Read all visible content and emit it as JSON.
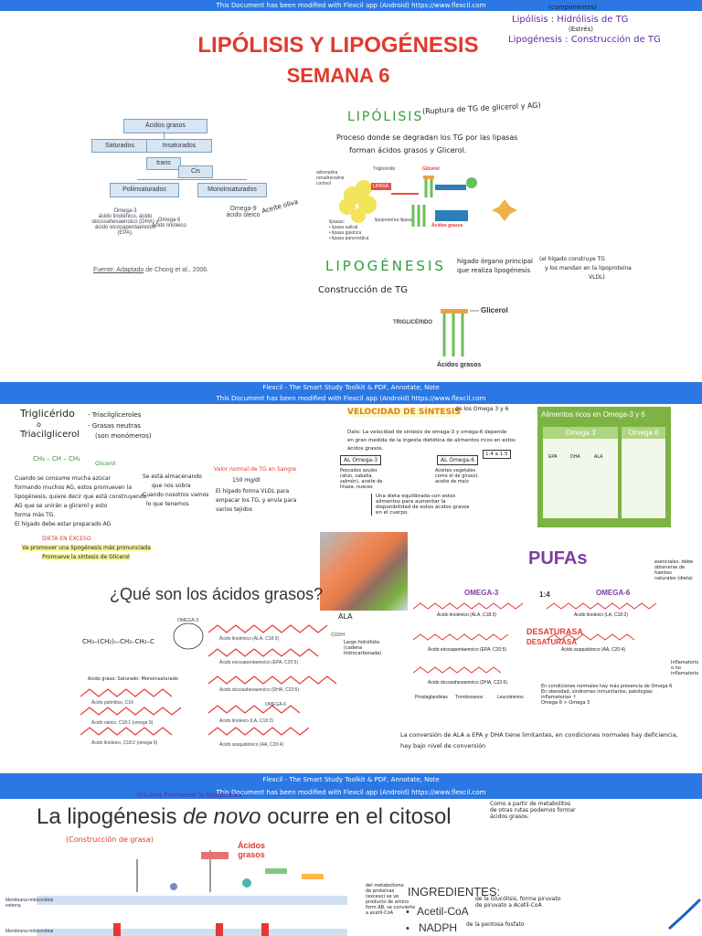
{
  "banners": {
    "top": "This Document has been modified with Flexcil app (Android) https://www.flexcil.com",
    "mid1": "Flexcil - The Smart Study Toolkit & PDF, Annotate, Note",
    "mid1b": "This Document has been modified with Flexcil app (Android) https://www.flexcil.com",
    "mid2": "Flexcil - The Smart Study Toolkit & PDF, Annotate, Note",
    "mid2b": "This Document has been modified with Flexcil app (Android) https://www.flexcil.com"
  },
  "page1": {
    "title": "LIPÓLISIS Y LIPOGÉNESIS",
    "subtitle": "SEMANA 6",
    "corner_top": "(componentes)",
    "corner_l1": "Lipólisis : Hidrólisis de TG",
    "corner_l1b": "(Estrés)",
    "corner_l2": "Lipogénesis : Construcción de TG",
    "tree": {
      "root": "Ácidos grasos",
      "sat": "Saturados",
      "insat": "Insaturados",
      "trans": "trans",
      "cis": "Cis",
      "poli": "Poliinsaturados",
      "mono": "Monoinsaturados",
      "omega3": "Omega-3\nácido linolénico, ácido docosahexaenoico (DHA) y ácido eicosapentaenoico (EPA).",
      "omega6": "Omega 6\nácido linoleico",
      "omega9": "Omega-9\nácido oleico",
      "aceite": "Aceite oliva",
      "source_u": "Fuente: Adaptado",
      "source": " de Chong et al., 2006."
    },
    "lipolisis_h": "LIPÓLISIS",
    "lipolisis_note": "(Ruptura de TG de glicerol y AG)",
    "lipolisis_def1": "Proceso donde se degradan los TG por las lipasas",
    "lipolisis_def2": "forman ácidos grasos y Glicerol.",
    "fig1": {
      "trig": "Triglicérido",
      "lipasa": "LIPASA",
      "glicerol": "Glicerol",
      "acidos": "Ácidos grasos",
      "notes": "lipasas:\n• lipasa salival\n• lipasa gástrica\n• lipasa pancreática",
      "sens": "lipoproteína lipasa",
      "adrenal": "adrenalina\nnoradrenalina\ncortisol"
    },
    "lipogenesis_h": "LIPOGÉNESIS",
    "lipo_note1": "hígado órgano principal",
    "lipo_note2": "que realiza lipogénesis",
    "lipo_note3": "(el hígado construye TG",
    "lipo_note4": "y los mandan en la lipoproteína",
    "lipo_note5": "VLDL)",
    "construccion": "Construcción de TG",
    "fig2": {
      "trig": "TRIGLICÉRIDO",
      "glicerol": "Glicerol",
      "acidos": "Ácidos grasos"
    }
  },
  "page2": {
    "trig": "Triglicérido",
    "o": "o",
    "triacil": "Triacilglicerol",
    "syn1": "- Triacilgliceroles",
    "syn2": "- Grasas neutras",
    "syn3": "(son monómeros)",
    "formula": "CH₂ – CH – CH₂",
    "glicerol": "Glicerol",
    "cuando1": "Cuando se consume mucha azúcar",
    "cuando2": "formando muchos AG, estos promueven la",
    "cuando3": "lipogénesis, quiere decir que está construyendo",
    "cuando4": "AG que se unirán a glicerol y esto",
    "cuando5": "forma más TG.",
    "cuando6": "El hígado debe estar preparado AG",
    "almac1": "Se está almacenando",
    "almac2": "que nos sobra",
    "almac3": "Cuando nosotros vamos",
    "almac4": "lo que tenemos",
    "valor1": "Valor normal de TG en Sangre",
    "valor2": "150 mg/dl",
    "valor3": "El hígado forma VLDL para",
    "valor4": "empacar los TG, y envía para",
    "valor5": "varios tejidos",
    "dieta1": "DIETA EN EXCESO",
    "dieta2": "Va promover una lipogénesis más pronunciada",
    "dieta3": "Promueve la síntesis de Glicerol",
    "velocidad": "VELOCIDAD DE SÍNTESIS",
    "de_omega": "de los Omega 3 y 6",
    "dato1": "Dato: La velocidad de síntesis de omega-3 y omega-6 depende",
    "dato2": "en gran medida de la ingesta dietética de alimentos ricos en estos",
    "dato3": "ácidos grasos.",
    "al_o3": "AL Omega-3",
    "pesc": "Pescados azules\n(atún, caballa,\nsalmón), aceite de\nlinaza, nueces",
    "al_o6": "AL Omega-6",
    "aceites": "Aceites vegetales\ncomo el de girasol,\naceite de maíz",
    "ratio": "1:4 a 1:5",
    "dieta_eq": "Una dieta equilibrada con estos\nalimentos para aumentar la\ndisponibilidad de estos ácidos grasos\nen el cuerpo.",
    "alimentos": "Alimentos ricos en Omega-3 y 6",
    "om3": "Omega 3",
    "om6": "Omega 6",
    "epa": "EPA",
    "dha": "DHA",
    "ala": "ALA",
    "que_son": "¿Qué son los ácidos grasos?",
    "nueces": "nueces",
    "ala2": "ALA",
    "pufas": "PUFAs",
    "omega3h": "OMEGA-3",
    "omega6h": "OMEGA-6",
    "ratio14": "1:4",
    "desaturasa": "DESATURASA",
    "desaturasa2": "DESATURASA",
    "conversion1": "La conversión de ALA a EPA y DHA tiene limitantes, en condiciones normales hay deficiencia,",
    "conversion2": "hay bajo nivel de conversión",
    "esenciales": "esenciales: debe\nobtenerse de fuentes\nnaturales (dieta)",
    "inflamatorio": "Inflamatorio\no no\ninflamatorio",
    "condiciones": "En condiciones normales hay más presencia de Omega 6\nEn obesidad, síndromes inmunitarios, patologías inflamatorias ↑\nOmega 6 > Omega 3",
    "acido_lino": "Ácido linolénico (ALA, C18:3)",
    "acido_linoleico": "Ácido linoleico (LA, C18:2)",
    "acido_epa": "Ácido eicosapentaenoico (EPA, C20:5)",
    "acido_dha": "Ácido docosahexaenoico (DHA, C22:6)",
    "acido_ara": "Ácido araquidónico (AA, C20:4)",
    "prostag": "Prostaglandinas",
    "tromb": "Tromboxanos",
    "leuco": "Leucotrienos",
    "largo": "Largo hidrófobo\n(cadena\nhidrocarbonada)",
    "chem": "CH₃–(CH₂)ₙ–CH₂–CH₂–C",
    "acidos_grasos_label": "Acido graso: Saturado: Monoinsaturado",
    "omega3_small": "OMEGA-3",
    "omega6_small": "OMEGA-6",
    "oleico": "Ácido oleico, C18:1 (omega 9)",
    "linoleico2": "Ácido linoleico, C18:2 (omega 6)",
    "palmitico": "Ácido palmítico, C16",
    "cooh": "COOH"
  },
  "page3": {
    "insulina": "Insulina Promueve la lipogénesis",
    "title_a": "La lipogénesis ",
    "title_b": "de novo",
    "title_c": " ocurre en el citosol",
    "constr": "(Construcción de grasa)",
    "comoa": "Como a partir de metabolitos\nde otras rutas podemos formar\nácidos grasos.",
    "acidos": "Ácidos\ngrasos",
    "ingredientes": "INGREDIENTES:",
    "acetil": "Acetil-CoA",
    "acetil_note": "de la Glucólisis, forma piruvato\nde piruvato a Acetil-CoA",
    "nadph": "NADPH",
    "nadph_note": "de la pentosa fosfato",
    "memb1": "Membrana mitocondrial\nexterna",
    "memb2": "Membrana mitocondrial",
    "metab": "del metabolismo\nde proteínas\n(exceso) se ve\nproducto de amino\nform AB, se convierte\na acetil-CoA",
    "bullet": "•"
  }
}
